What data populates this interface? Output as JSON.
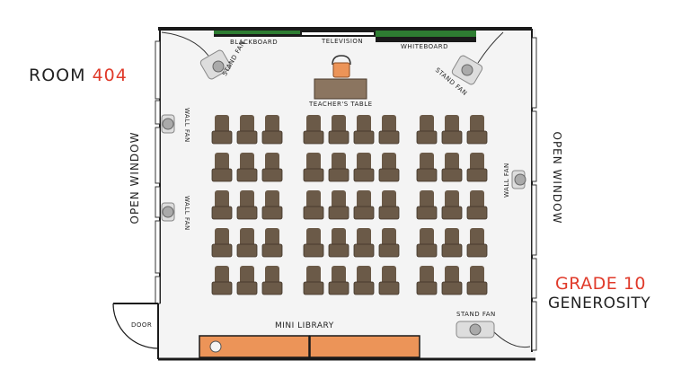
{
  "room": {
    "label": "ROOM",
    "number": "404"
  },
  "grade": {
    "label": "GRADE 10",
    "section": "GENEROSITY"
  },
  "labels": {
    "blackboard": "BLACKBOARD",
    "television": "TELEVISION",
    "whiteboard": "WHITEBOARD",
    "teachers_table": "TEACHER'S TABLE",
    "stand_fan": "STAND FAN",
    "wall_fan": "WALL FAN",
    "open_window": "OPEN WINDOW",
    "door": "DOOR",
    "mini_library": "MINI LIBRARY"
  },
  "seating": {
    "rows": 5,
    "groups": [
      {
        "columns": 3
      },
      {
        "columns": 4
      },
      {
        "columns": 3
      }
    ]
  },
  "colors": {
    "chair": "#6b5a48",
    "library": "#ec9458",
    "floor": "#f4f4f4",
    "wall": "#1a1a1a",
    "board_green": "#2e7d32",
    "accent_red": "#e03a2a"
  }
}
